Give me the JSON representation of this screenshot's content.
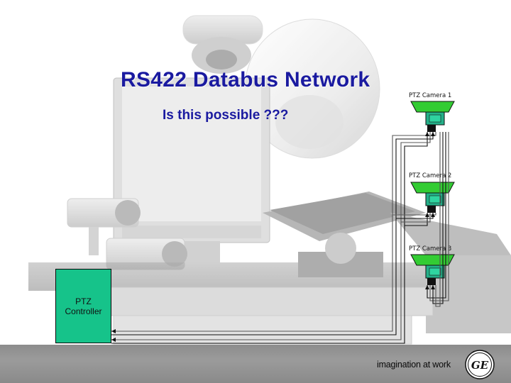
{
  "slide": {
    "title": "RS422 Databus Network",
    "subtitle": "Is this possible ???"
  },
  "cameras": [
    {
      "label": "PTZ Camera 1"
    },
    {
      "label": "PTZ Camera 2"
    },
    {
      "label": "PTZ Camera 3"
    }
  ],
  "controller": {
    "line1": "PTZ",
    "line2": "Controller"
  },
  "footer": {
    "tagline": "imagination at work",
    "logo_text": "GE"
  },
  "colors": {
    "title": "#1a1aa0",
    "camera_green": "#33cc33",
    "camera_inner": "#24b089",
    "controller_green": "#16c38a",
    "footer_gray": "#929292"
  },
  "icons": {
    "background": "security-equipment-photo",
    "camera": "ptz-camera-mount-icon",
    "logo": "ge-logo-icon"
  }
}
